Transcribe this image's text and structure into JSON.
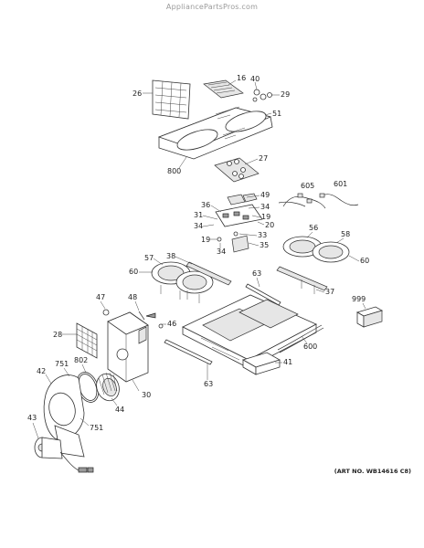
{
  "watermark": "AppliancePartsPros.com",
  "art_number": "(ART NO. WB14616 C8)",
  "callouts": [
    "16",
    "40",
    "29",
    "26",
    "51",
    "800",
    "27",
    "605",
    "601",
    "49",
    "36",
    "34",
    "19",
    "31",
    "20",
    "34",
    "33",
    "19",
    "34",
    "35",
    "56",
    "58",
    "57",
    "38",
    "60",
    "60",
    "63",
    "37",
    "47",
    "48",
    "46",
    "999",
    "28",
    "600",
    "41",
    "751",
    "802",
    "42",
    "30",
    "44",
    "63",
    "43",
    "751"
  ]
}
